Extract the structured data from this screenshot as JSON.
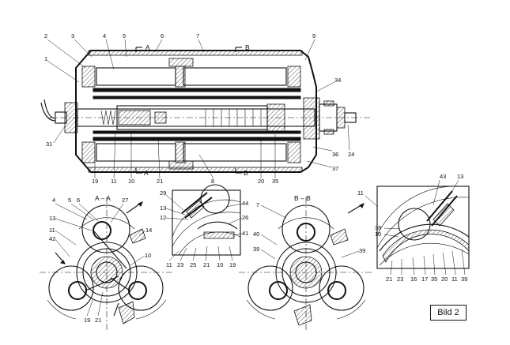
{
  "figure_label": "Bild 2",
  "section_titles": {
    "aa": "A – A",
    "bb": "B – B"
  },
  "section_markers": {
    "a_top": "A",
    "a_bottom": "A",
    "b_top": "B",
    "b_bottom": "B"
  },
  "labels": {
    "main_top": [
      "1",
      "2",
      "3",
      "4",
      "5",
      "6",
      "7",
      "9"
    ],
    "main_right": [
      "34",
      "24",
      "36",
      "37"
    ],
    "main_left": [
      "31"
    ],
    "main_bottom": [
      "19",
      "11",
      "10",
      "21",
      "8",
      "20",
      "35"
    ],
    "aa": [
      "4",
      "5",
      "6",
      "27",
      "13",
      "11",
      "42",
      "14",
      "10",
      "19",
      "21"
    ],
    "detail1": [
      "29",
      "13",
      "12",
      "44",
      "26",
      "41",
      "11",
      "23",
      "25",
      "21",
      "10",
      "19"
    ],
    "bb": [
      "7",
      "40",
      "39",
      "39"
    ],
    "detail2": [
      "43",
      "13",
      "11",
      "38",
      "10",
      "21",
      "23",
      "16",
      "17",
      "35",
      "20",
      "11",
      "39"
    ]
  }
}
